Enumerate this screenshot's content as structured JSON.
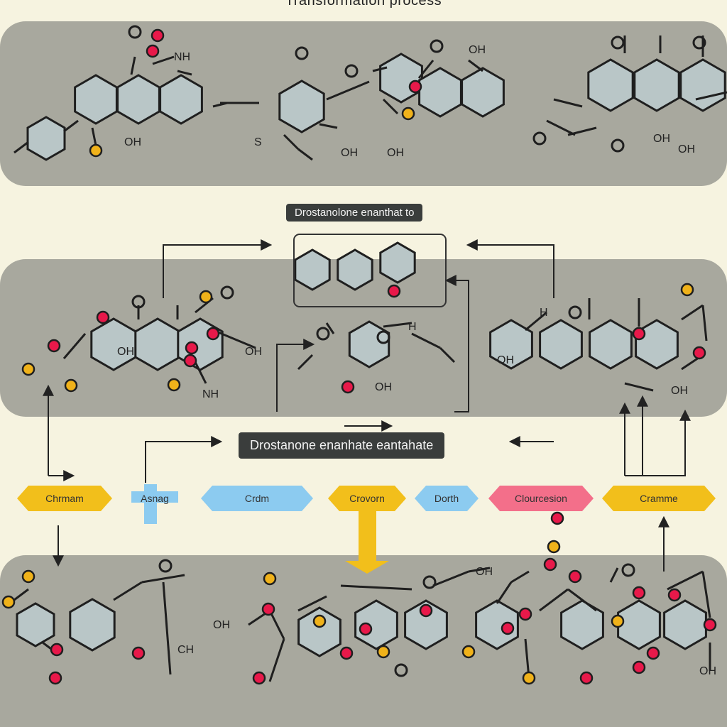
{
  "title": "Transformation process",
  "labels": {
    "top": "Drostanolone enanthat to",
    "bottom": "Drostanone enanhate eantahate"
  },
  "tags": [
    {
      "text": "Chrmam",
      "color": "#f2bf1b"
    },
    {
      "text": "Asnag",
      "color": "#8ccbf0"
    },
    {
      "text": "Crdm",
      "color": "#8ccbf0"
    },
    {
      "text": "Crovorn",
      "color": "#f2bf1b"
    },
    {
      "text": "Dorth",
      "color": "#8ccbf0"
    },
    {
      "text": "Clourcesion",
      "color": "#f36f8a"
    },
    {
      "text": "Cramme",
      "color": "#f2bf1b"
    }
  ],
  "atom_labels": {
    "a1": "NH",
    "a2": "OH",
    "a3": "OH",
    "a4": "OH",
    "a5": "OH",
    "a6": "S",
    "a7": "OH",
    "a8": "OH",
    "a9": "NH",
    "a10": "OH",
    "a11": "H",
    "a12": "H",
    "a13": "OH",
    "a14": "OH",
    "a15": "OH",
    "a16": "CH",
    "a17": "OH",
    "a18": "OH",
    "a19": "OH",
    "a20": "OH"
  },
  "colors": {
    "ring_fill": "#b9c6c7",
    "bond": "#1f1f1f",
    "atom_red": "#e8194a",
    "atom_yellow": "#f0b21a",
    "band": "#a8a89e",
    "background": "#f6f3e0"
  }
}
